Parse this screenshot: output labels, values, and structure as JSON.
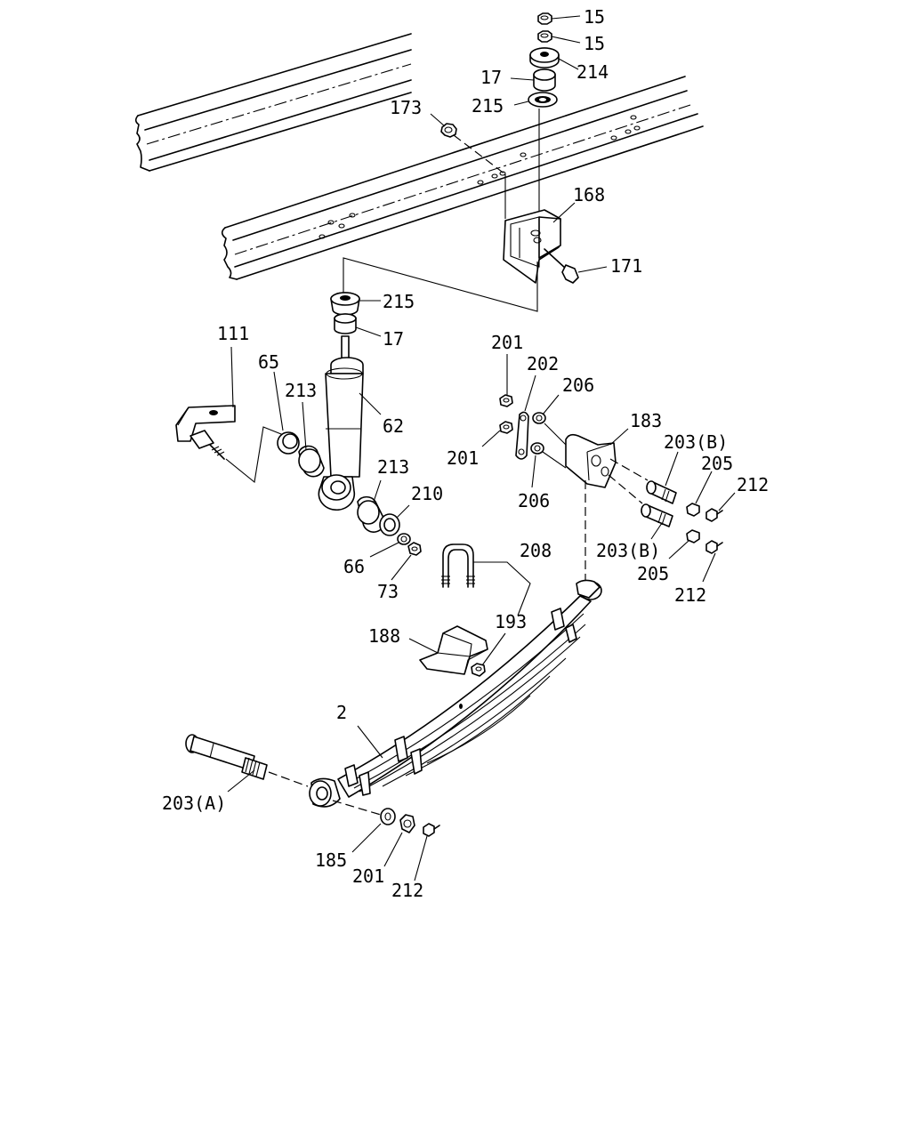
{
  "callouts": [
    {
      "id": "c15a",
      "label": "15"
    },
    {
      "id": "c15b",
      "label": "15"
    },
    {
      "id": "c214",
      "label": "214"
    },
    {
      "id": "c17a",
      "label": "17"
    },
    {
      "id": "c215a",
      "label": "215"
    },
    {
      "id": "c173",
      "label": "173"
    },
    {
      "id": "c168",
      "label": "168"
    },
    {
      "id": "c171",
      "label": "171"
    },
    {
      "id": "c215b",
      "label": "215"
    },
    {
      "id": "c17b",
      "label": "17"
    },
    {
      "id": "c111",
      "label": "111"
    },
    {
      "id": "c65",
      "label": "65"
    },
    {
      "id": "c213a",
      "label": "213"
    },
    {
      "id": "c62",
      "label": "62"
    },
    {
      "id": "c213b",
      "label": "213"
    },
    {
      "id": "c210",
      "label": "210"
    },
    {
      "id": "c66",
      "label": "66"
    },
    {
      "id": "c73",
      "label": "73"
    },
    {
      "id": "c201a",
      "label": "201"
    },
    {
      "id": "c202",
      "label": "202"
    },
    {
      "id": "c206a",
      "label": "206"
    },
    {
      "id": "c183",
      "label": "183"
    },
    {
      "id": "c201b",
      "label": "201"
    },
    {
      "id": "c206b",
      "label": "206"
    },
    {
      "id": "c203b1",
      "label": "203(B)"
    },
    {
      "id": "c205a",
      "label": "205"
    },
    {
      "id": "c212a",
      "label": "212"
    },
    {
      "id": "c203b2",
      "label": "203(B)"
    },
    {
      "id": "c205b",
      "label": "205"
    },
    {
      "id": "c212b",
      "label": "212"
    },
    {
      "id": "c208",
      "label": "208"
    },
    {
      "id": "c193",
      "label": "193"
    },
    {
      "id": "c188",
      "label": "188"
    },
    {
      "id": "c2",
      "label": "2"
    },
    {
      "id": "c203a",
      "label": "203(A)"
    },
    {
      "id": "c185",
      "label": "185"
    },
    {
      "id": "c201c",
      "label": "201"
    },
    {
      "id": "c212c",
      "label": "212"
    }
  ]
}
